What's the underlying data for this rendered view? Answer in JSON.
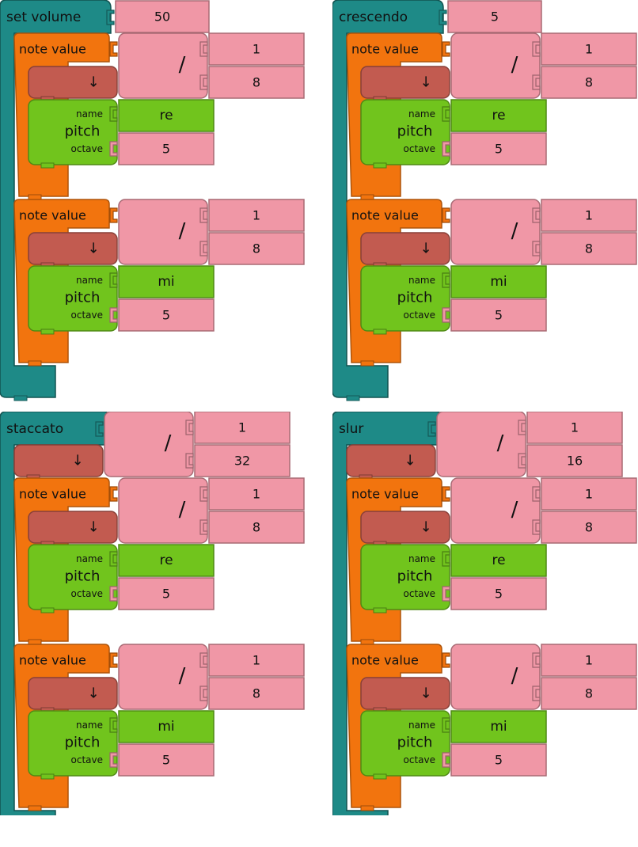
{
  "colors": {
    "flow": "#1e8a87",
    "note": "#f2740e",
    "number": "#f097a6",
    "pitch": "#71c41d",
    "divide": "#f097a6",
    "arrow": "#c25b50"
  },
  "panels": [
    {
      "flow_label": "set volume",
      "arg_kind": "number",
      "arg_value": "50",
      "notes": [
        {
          "label": "note value",
          "num": "1",
          "den": "8",
          "arrow": "↓",
          "name_label": "name",
          "pitch_label": "pitch",
          "octave_label": "octave",
          "pitch_name": "re",
          "octave": "5"
        },
        {
          "label": "note value",
          "num": "1",
          "den": "8",
          "arrow": "↓",
          "name_label": "name",
          "pitch_label": "pitch",
          "octave_label": "octave",
          "pitch_name": "mi",
          "octave": "5"
        }
      ]
    },
    {
      "flow_label": "crescendo",
      "arg_kind": "number",
      "arg_value": "5",
      "notes": [
        {
          "label": "note value",
          "num": "1",
          "den": "8",
          "arrow": "↓",
          "name_label": "name",
          "pitch_label": "pitch",
          "octave_label": "octave",
          "pitch_name": "re",
          "octave": "5"
        },
        {
          "label": "note value",
          "num": "1",
          "den": "8",
          "arrow": "↓",
          "name_label": "name",
          "pitch_label": "pitch",
          "octave_label": "octave",
          "pitch_name": "mi",
          "octave": "5"
        }
      ]
    },
    {
      "flow_label": "staccato",
      "arg_kind": "divide",
      "arg_num": "1",
      "arg_den": "32",
      "arrow": "↓",
      "notes": [
        {
          "label": "note value",
          "num": "1",
          "den": "8",
          "arrow": "↓",
          "name_label": "name",
          "pitch_label": "pitch",
          "octave_label": "octave",
          "pitch_name": "re",
          "octave": "5"
        },
        {
          "label": "note value",
          "num": "1",
          "den": "8",
          "arrow": "↓",
          "name_label": "name",
          "pitch_label": "pitch",
          "octave_label": "octave",
          "pitch_name": "mi",
          "octave": "5"
        }
      ]
    },
    {
      "flow_label": "slur",
      "arg_kind": "divide",
      "arg_num": "1",
      "arg_den": "16",
      "arrow": "↓",
      "notes": [
        {
          "label": "note value",
          "num": "1",
          "den": "8",
          "arrow": "↓",
          "name_label": "name",
          "pitch_label": "pitch",
          "octave_label": "octave",
          "pitch_name": "re",
          "octave": "5"
        },
        {
          "label": "note value",
          "num": "1",
          "den": "8",
          "arrow": "↓",
          "name_label": "name",
          "pitch_label": "pitch",
          "octave_label": "octave",
          "pitch_name": "mi",
          "octave": "5"
        }
      ]
    }
  ],
  "divide_symbol": "/"
}
